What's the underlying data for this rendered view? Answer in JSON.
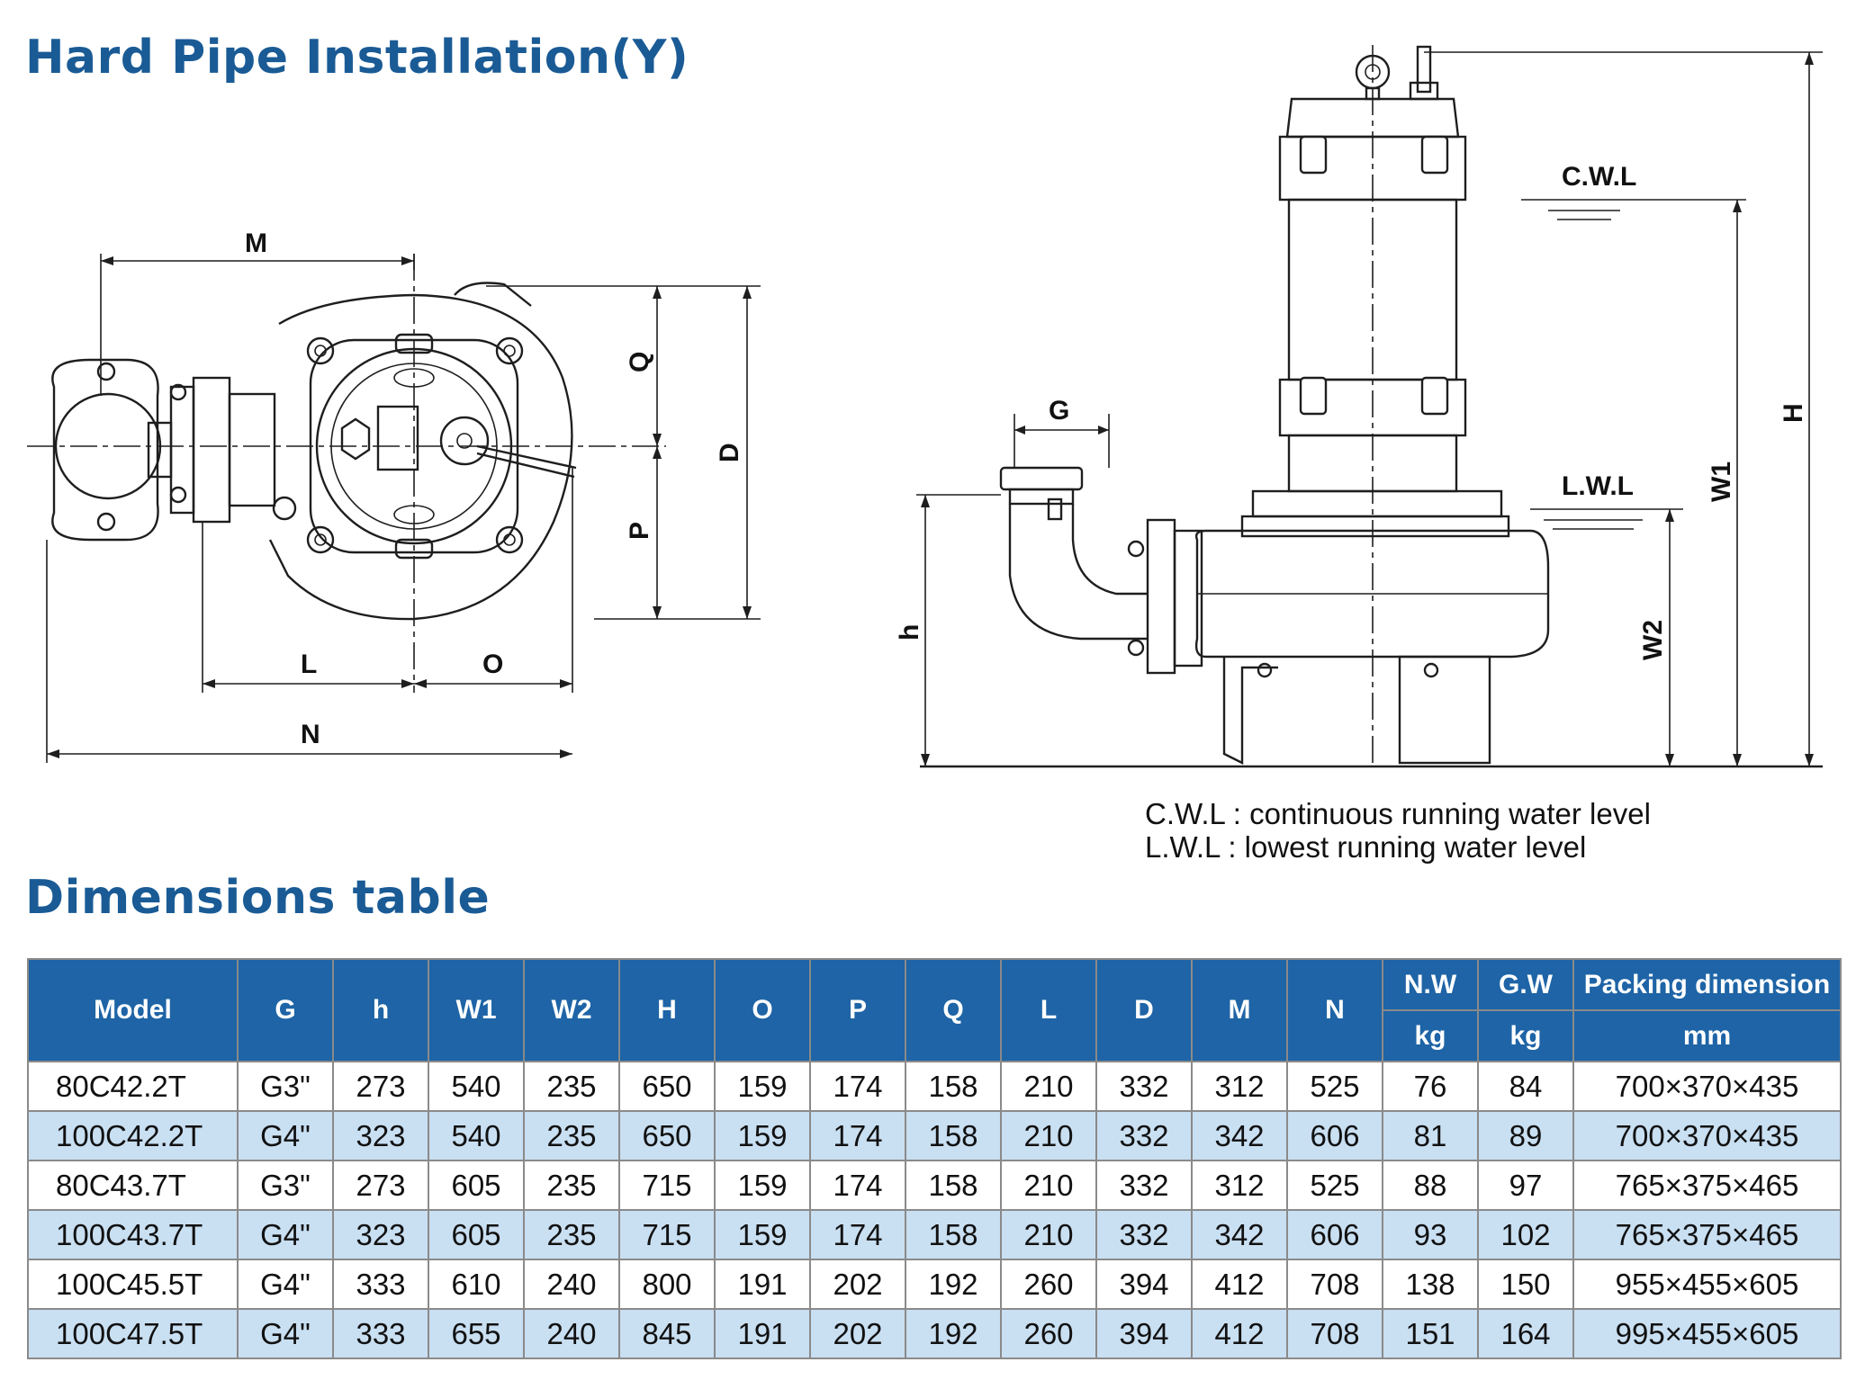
{
  "titles": {
    "installation": "Hard Pipe Installation(Y)",
    "dimensions": "Dimensions table"
  },
  "drawing_labels": {
    "M": "M",
    "Q": "Q",
    "D": "D",
    "P": "P",
    "L": "L",
    "O": "O",
    "N": "N",
    "G": "G",
    "h": "h",
    "W1": "W1",
    "W2": "W2",
    "H": "H",
    "cwl": "C.W.L",
    "lwl": "L.W.L"
  },
  "legend": {
    "cwl": "C.W.L : continuous running water level",
    "lwl": "L.W.L :  lowest running water level"
  },
  "table": {
    "headers": [
      "Model",
      "G",
      "h",
      "W1",
      "W2",
      "H",
      "O",
      "P",
      "Q",
      "L",
      "D",
      "M",
      "N"
    ],
    "nw": {
      "label": "N.W",
      "unit": "kg"
    },
    "gw": {
      "label": "G.W",
      "unit": "kg"
    },
    "packing": {
      "label": "Packing dimension",
      "unit": "mm"
    },
    "rows": [
      [
        "80C42.2T",
        "G3\"",
        "273",
        "540",
        "235",
        "650",
        "159",
        "174",
        "158",
        "210",
        "332",
        "312",
        "525",
        "76",
        "84",
        "700×370×435"
      ],
      [
        "100C42.2T",
        "G4\"",
        "323",
        "540",
        "235",
        "650",
        "159",
        "174",
        "158",
        "210",
        "332",
        "342",
        "606",
        "81",
        "89",
        "700×370×435"
      ],
      [
        "80C43.7T",
        "G3\"",
        "273",
        "605",
        "235",
        "715",
        "159",
        "174",
        "158",
        "210",
        "332",
        "312",
        "525",
        "88",
        "97",
        "765×375×465"
      ],
      [
        "100C43.7T",
        "G4\"",
        "323",
        "605",
        "235",
        "715",
        "159",
        "174",
        "158",
        "210",
        "332",
        "342",
        "606",
        "93",
        "102",
        "765×375×465"
      ],
      [
        "100C45.5T",
        "G4\"",
        "333",
        "610",
        "240",
        "800",
        "191",
        "202",
        "192",
        "260",
        "394",
        "412",
        "708",
        "138",
        "150",
        "955×455×605"
      ],
      [
        "100C47.5T",
        "G4\"",
        "333",
        "655",
        "240",
        "845",
        "191",
        "202",
        "192",
        "260",
        "394",
        "412",
        "708",
        "151",
        "164",
        "995×455×605"
      ]
    ]
  }
}
